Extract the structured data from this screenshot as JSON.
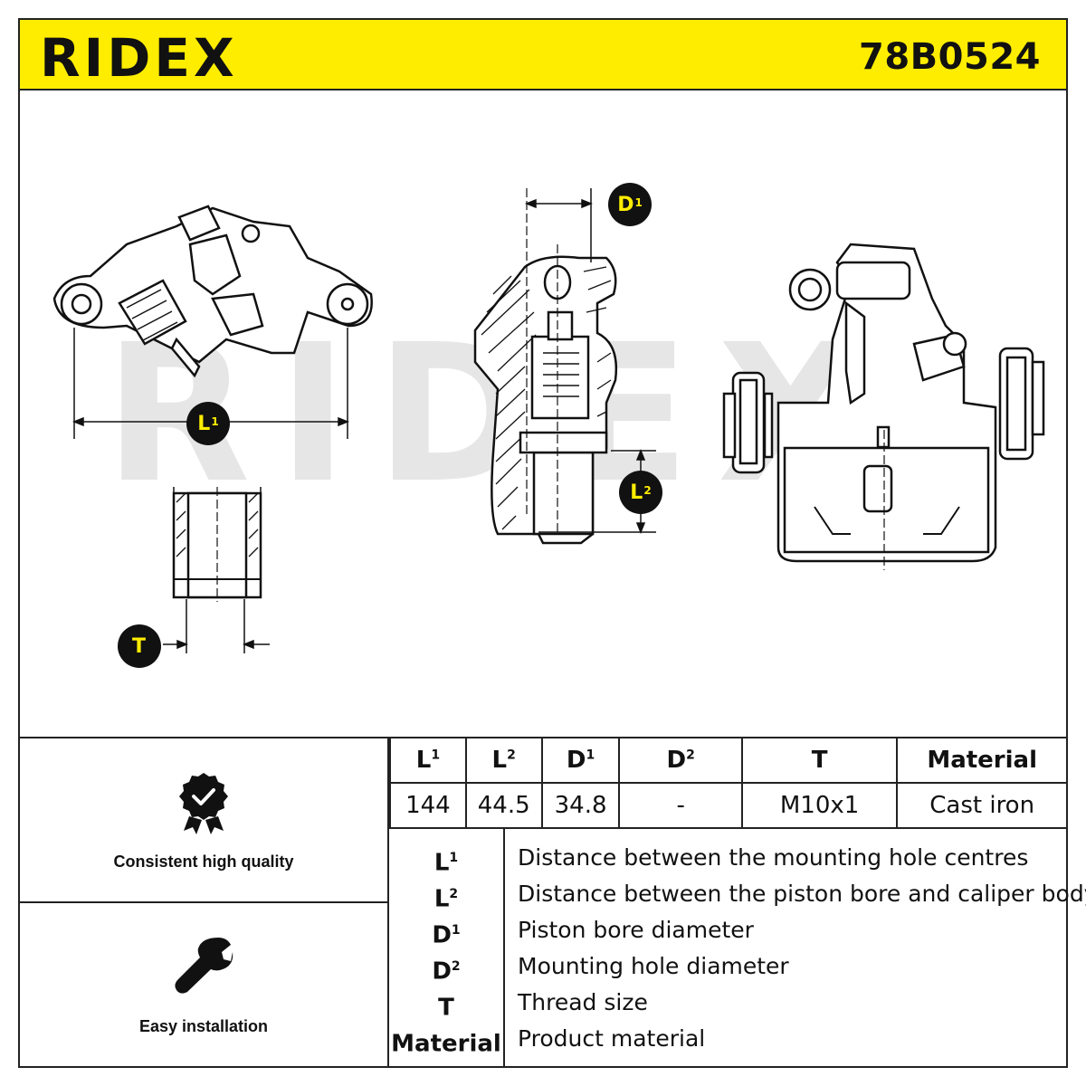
{
  "header": {
    "brand": "RIDEX",
    "part_number": "78B0524"
  },
  "colors": {
    "accent": "#ffed00",
    "ink": "#111111",
    "watermark": "#e6e6e6"
  },
  "drawing": {
    "watermark": "RIDEX",
    "callouts": {
      "l1": {
        "letter": "L",
        "sup": "1"
      },
      "l2": {
        "letter": "L",
        "sup": "2"
      },
      "d1": {
        "letter": "D",
        "sup": "1"
      },
      "t": {
        "letter": "T",
        "sup": ""
      }
    }
  },
  "features": [
    {
      "label": "Consistent high quality",
      "icon": "quality-badge-icon"
    },
    {
      "label": "Easy installation",
      "icon": "wrench-icon"
    }
  ],
  "specs": {
    "headers": [
      {
        "letter": "L",
        "sup": "1"
      },
      {
        "letter": "L",
        "sup": "2"
      },
      {
        "letter": "D",
        "sup": "1"
      },
      {
        "letter": "D",
        "sup": "2"
      },
      {
        "letter": "T",
        "sup": ""
      },
      {
        "letter": "Material",
        "sup": ""
      }
    ],
    "values": [
      "144",
      "44.5",
      "34.8",
      "-",
      "M10x1",
      "Cast iron"
    ]
  },
  "legend": [
    {
      "letter": "L",
      "sup": "1",
      "desc": "Distance between the mounting hole centres"
    },
    {
      "letter": "L",
      "sup": "2",
      "desc": "Distance between the piston bore and caliper body"
    },
    {
      "letter": "D",
      "sup": "1",
      "desc": "Piston bore diameter"
    },
    {
      "letter": "D",
      "sup": "2",
      "desc": "Mounting hole diameter"
    },
    {
      "letter": "T",
      "sup": "",
      "desc": "Thread size"
    },
    {
      "letter": "Material",
      "sup": "",
      "desc": "Product material"
    }
  ]
}
